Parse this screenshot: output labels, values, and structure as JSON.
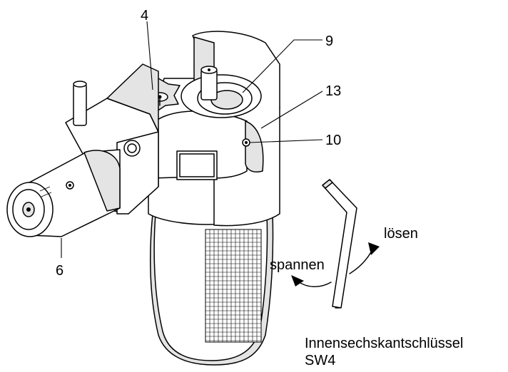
{
  "callouts": {
    "c4": "4",
    "c9": "9",
    "c13": "13",
    "c10": "10",
    "c6": "6"
  },
  "labels": {
    "tighten": "spannen",
    "loosen": "lösen",
    "tool_line1": "Innensechskantschlüssel",
    "tool_line2": "SW4"
  }
}
